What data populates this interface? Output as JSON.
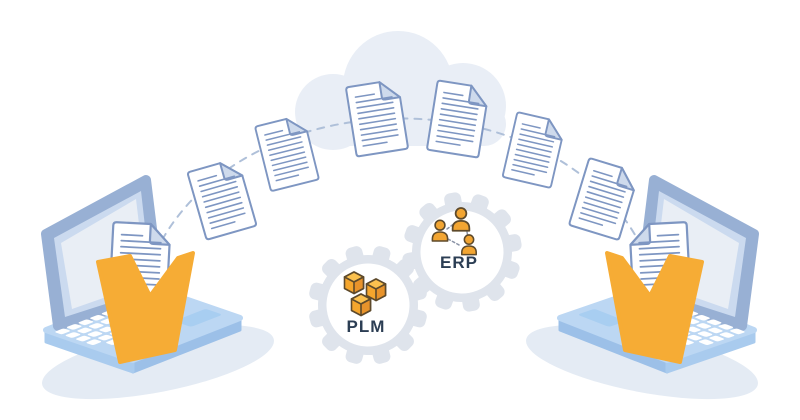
{
  "illustration": {
    "plm_label": "PLM",
    "erp_label": "ERP",
    "document_count": 8,
    "laptop_count": 2,
    "folder_count": 2,
    "gear_count": 2,
    "icons": [
      "cloud-icon",
      "document-icon",
      "folder-icon",
      "laptop-icon",
      "gear-icon",
      "cubes-icon",
      "team-network-icon",
      "dashed-sync-path"
    ],
    "colors": {
      "background": "#FFFFFF",
      "cloud": "#E9EEF6",
      "document_outline": "#7E96C2",
      "document_fold": "#CEDAEC",
      "sync_path": "#AFC0D9",
      "gear": "#DFE4EC",
      "label_text": "#2C3E54",
      "folder_orange": "#F6AC35",
      "icon_orange": "#F2A532",
      "icon_outline": "#5E4A2B",
      "laptop_frame": "#98B0D4",
      "laptop_base": "#BCD7F3",
      "screen": "#E9EEF5"
    }
  }
}
